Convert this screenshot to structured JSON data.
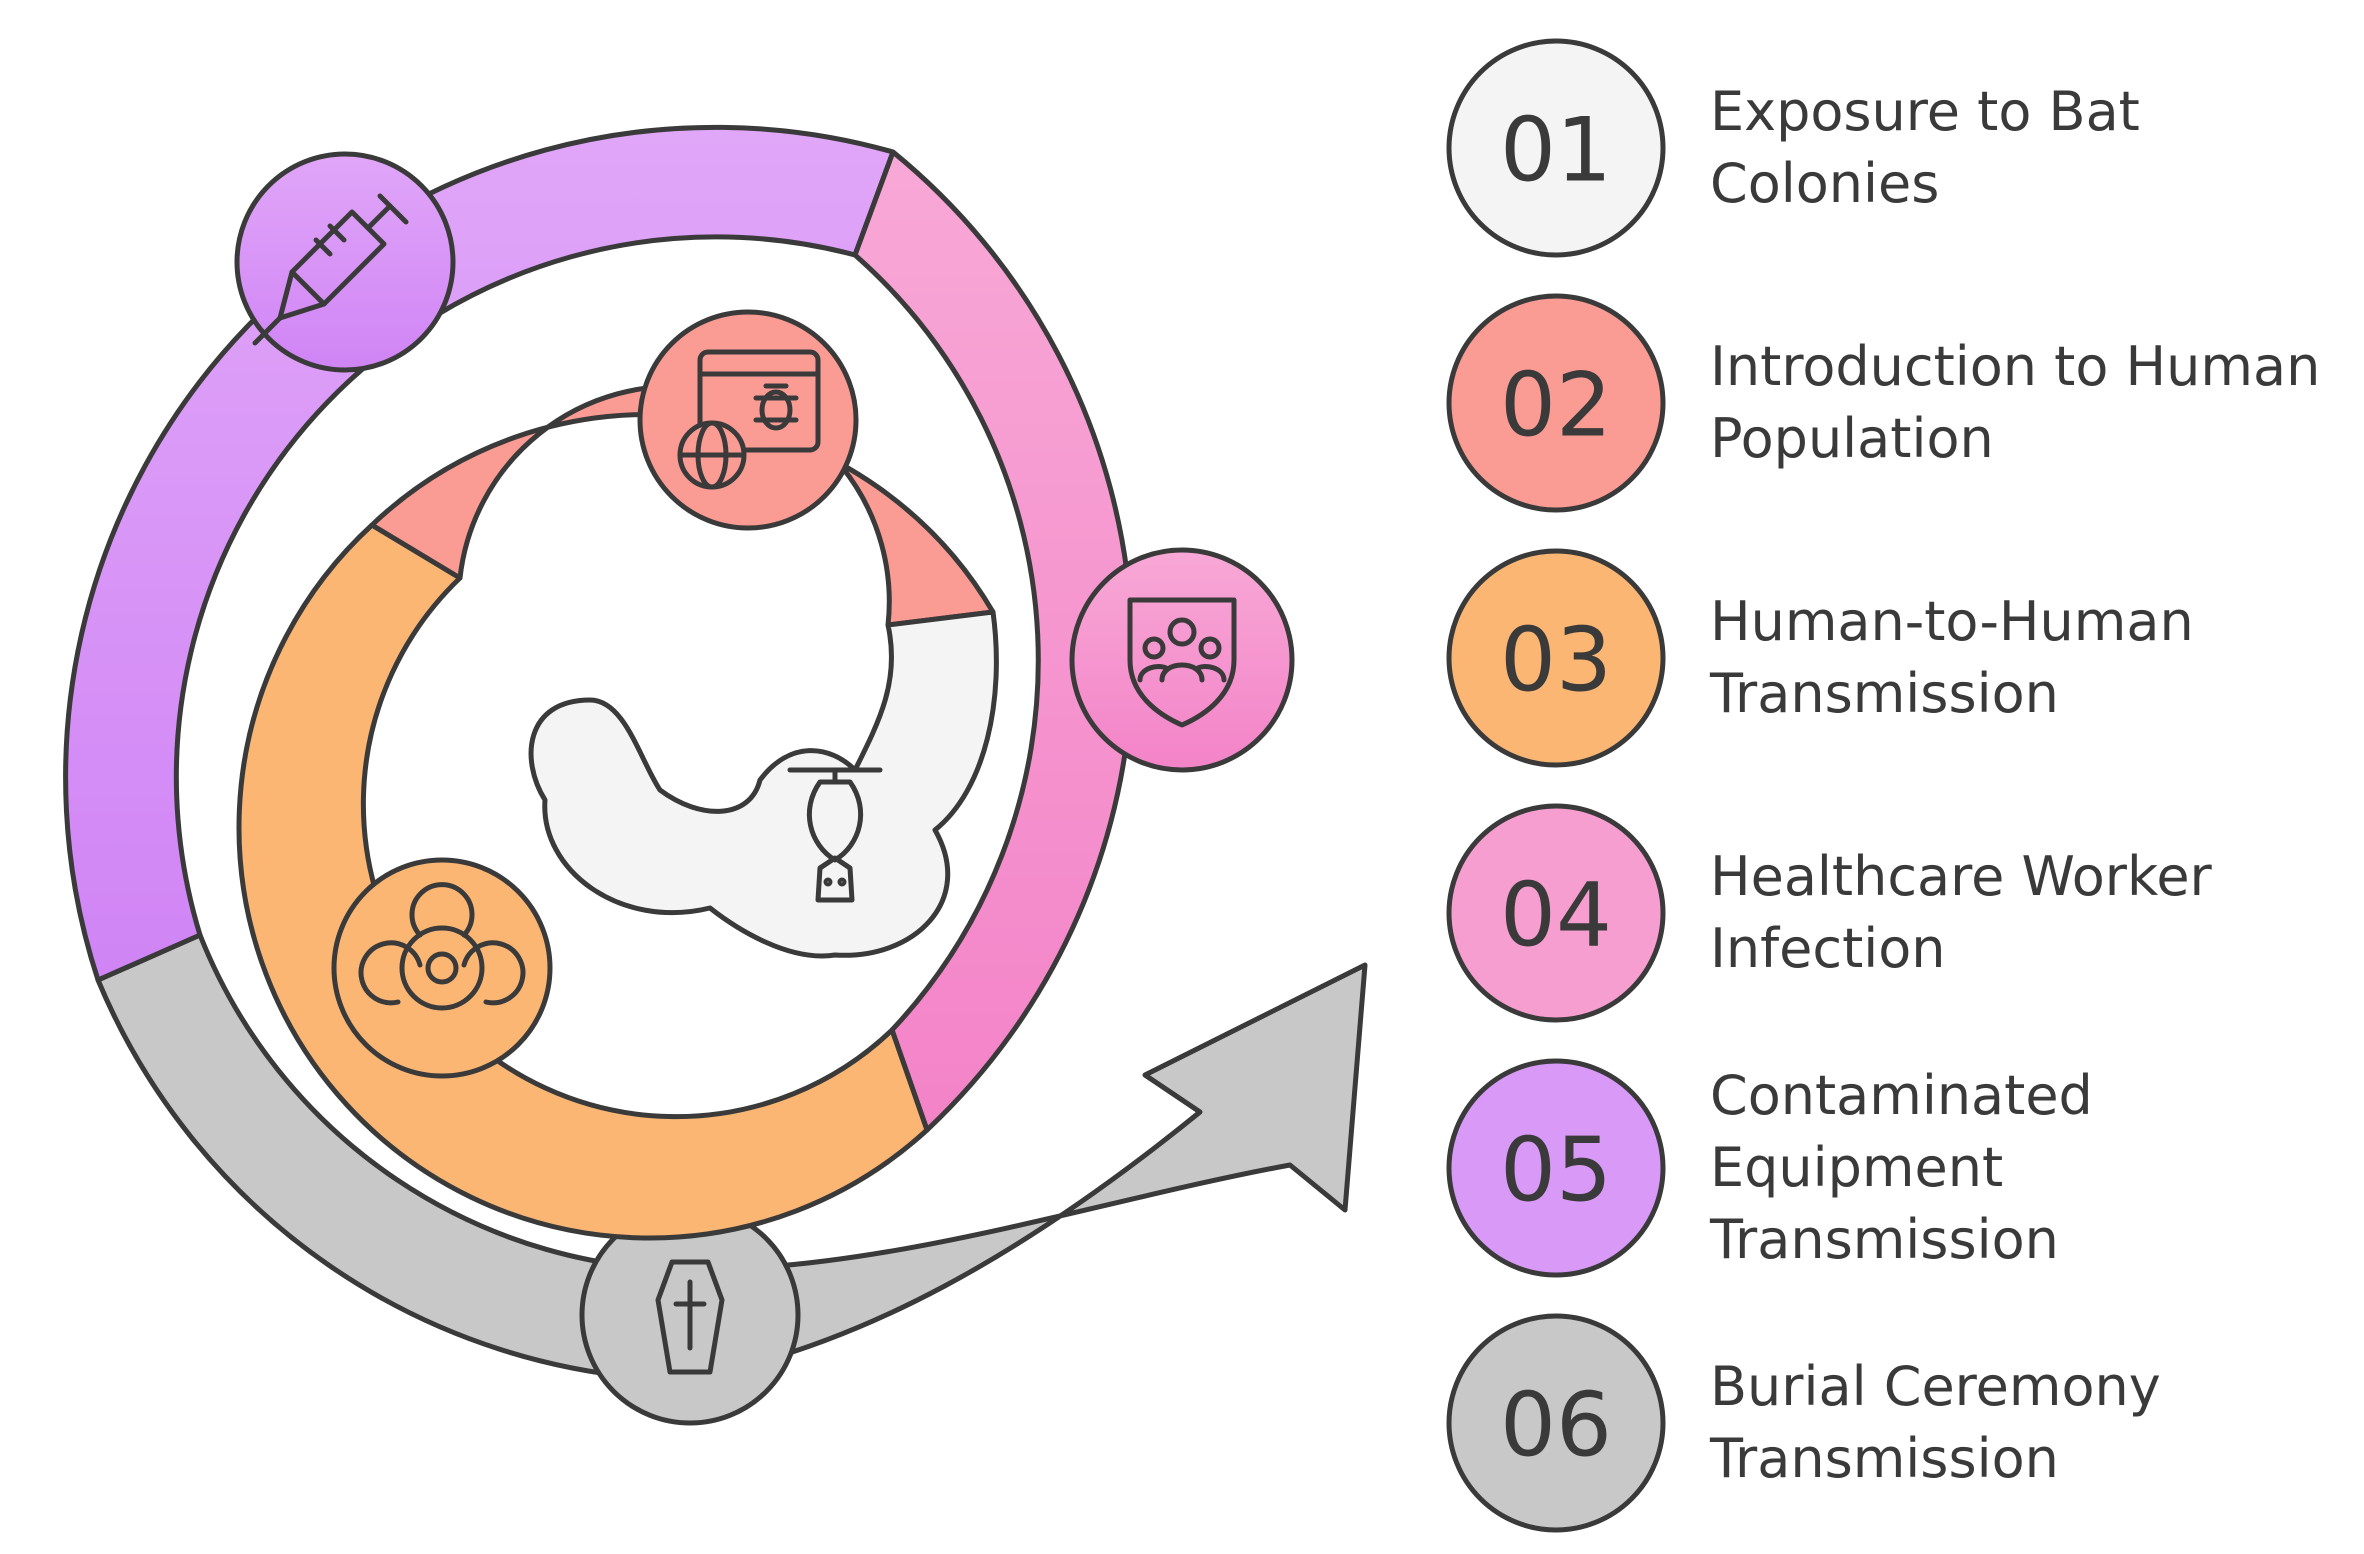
{
  "steps": [
    {
      "number": "01",
      "label_lines": [
        "Exposure to Bat",
        "Colonies"
      ],
      "color": "#f4f4f4",
      "icon": "bat-icon"
    },
    {
      "number": "02",
      "label_lines": [
        "Introduction to Human",
        "Population"
      ],
      "color": "#fb9c94",
      "icon": "web-bug-icon"
    },
    {
      "number": "03",
      "label_lines": [
        "Human-to-Human",
        "Transmission"
      ],
      "color": "#fbb674",
      "icon": "biohazard-icon"
    },
    {
      "number": "04",
      "label_lines": [
        "Healthcare Worker",
        "Infection"
      ],
      "color": "#f79ed0",
      "icon": "shield-group-icon"
    },
    {
      "number": "05",
      "label_lines": [
        "Contaminated",
        "Equipment",
        "Transmission"
      ],
      "color": "#d99af7",
      "icon": "syringe-icon"
    },
    {
      "number": "06",
      "label_lines": [
        "Burial Ceremony",
        "Transmission"
      ],
      "color": "#c8c8c8",
      "icon": "coffin-icon"
    }
  ]
}
